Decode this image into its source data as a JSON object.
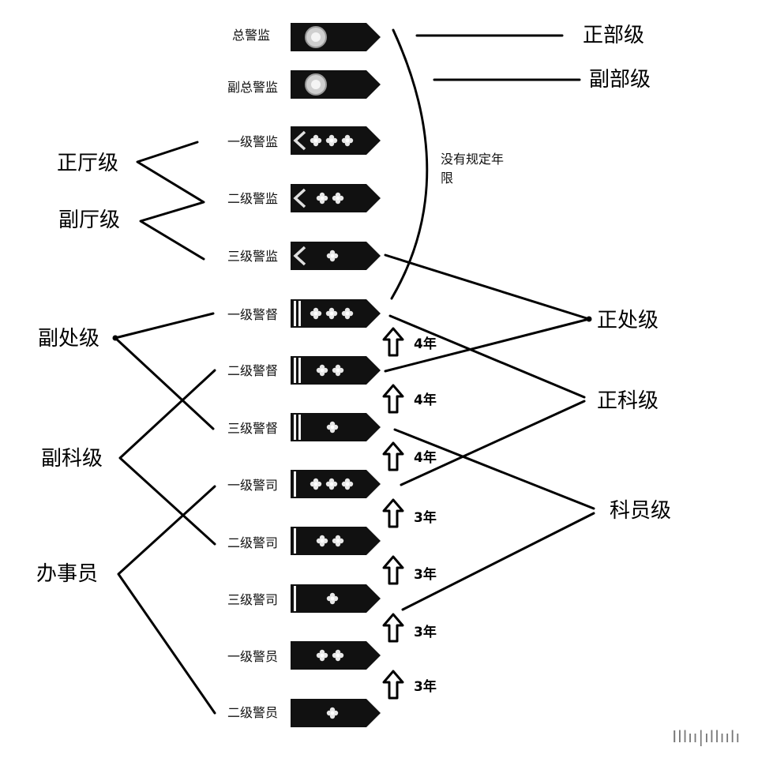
{
  "ranks": [
    {
      "id": "r1",
      "label": "总警监",
      "stars": 0,
      "emblem": true,
      "chevron": false,
      "bars": 0
    },
    {
      "id": "r2",
      "label": "副总警监",
      "stars": 0,
      "emblem": true,
      "chevron": false,
      "bars": 0
    },
    {
      "id": "r3",
      "label": "一级警监",
      "stars": 3,
      "emblem": false,
      "chevron": true,
      "bars": 0
    },
    {
      "id": "r4",
      "label": "二级警监",
      "stars": 2,
      "emblem": false,
      "chevron": true,
      "bars": 0
    },
    {
      "id": "r5",
      "label": "三级警监",
      "stars": 1,
      "emblem": false,
      "chevron": true,
      "bars": 0
    },
    {
      "id": "r6",
      "label": "一级警督",
      "stars": 3,
      "emblem": false,
      "chevron": false,
      "bars": 2
    },
    {
      "id": "r7",
      "label": "二级警督",
      "stars": 2,
      "emblem": false,
      "chevron": false,
      "bars": 2
    },
    {
      "id": "r8",
      "label": "三级警督",
      "stars": 1,
      "emblem": false,
      "chevron": false,
      "bars": 2
    },
    {
      "id": "r9",
      "label": "一级警司",
      "stars": 3,
      "emblem": false,
      "chevron": false,
      "bars": 1
    },
    {
      "id": "r10",
      "label": "二级警司",
      "stars": 2,
      "emblem": false,
      "chevron": false,
      "bars": 1
    },
    {
      "id": "r11",
      "label": "三级警司",
      "stars": 1,
      "emblem": false,
      "chevron": false,
      "bars": 1
    },
    {
      "id": "r12",
      "label": "一级警员",
      "stars": 2,
      "emblem": false,
      "chevron": false,
      "bars": 0
    },
    {
      "id": "r13",
      "label": "二级警员",
      "stars": 1,
      "emblem": false,
      "chevron": false,
      "bars": 0
    }
  ],
  "levels": {
    "zhengbu": "正部级",
    "fubu": "副部级",
    "zhengting": "正厅级",
    "futing": "副厅级",
    "fuchu": "副处级",
    "zhengchu": "正处级",
    "zhengke": "正科级",
    "fuke": "副科级",
    "keyuan": "科员级",
    "banshiyuan": "办事员"
  },
  "note": "没有规定年限",
  "promotion_years": [
    "4年",
    "4年",
    "4年",
    "3年",
    "3年",
    "3年",
    "3年"
  ],
  "watermark": "Illıı|ıllıılı",
  "colors": {
    "board": "#111111",
    "line": "#000000",
    "emblem": "#cfcfcf"
  }
}
